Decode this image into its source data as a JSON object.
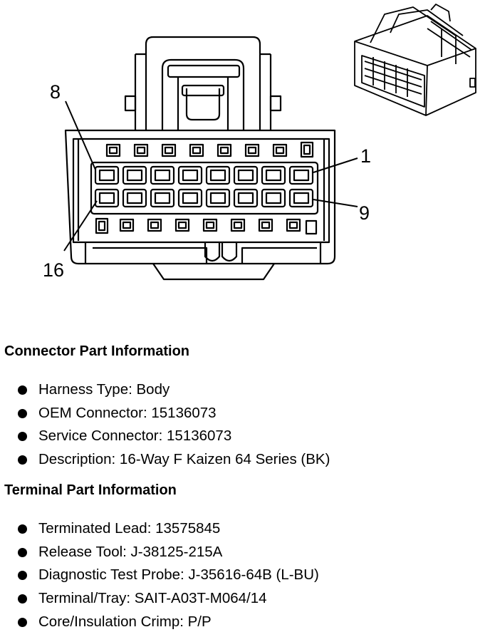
{
  "diagram": {
    "pin_labels": {
      "p1": "1",
      "p8": "8",
      "p9": "9",
      "p16": "16"
    }
  },
  "connector_info": {
    "title": "Connector Part Information",
    "items": [
      "Harness Type: Body",
      "OEM Connector: 15136073",
      "Service Connector: 15136073",
      "Description: 16-Way F Kaizen 64 Series (BK)"
    ]
  },
  "terminal_info": {
    "title": "Terminal Part Information",
    "items": [
      "Terminated Lead: 13575845",
      "Release Tool: J-38125-215A",
      "Diagnostic Test Probe: J-35616-64B (L-BU)",
      "Terminal/Tray: SAIT-A03T-M064/14",
      "Core/Insulation Crimp: P/P"
    ]
  }
}
